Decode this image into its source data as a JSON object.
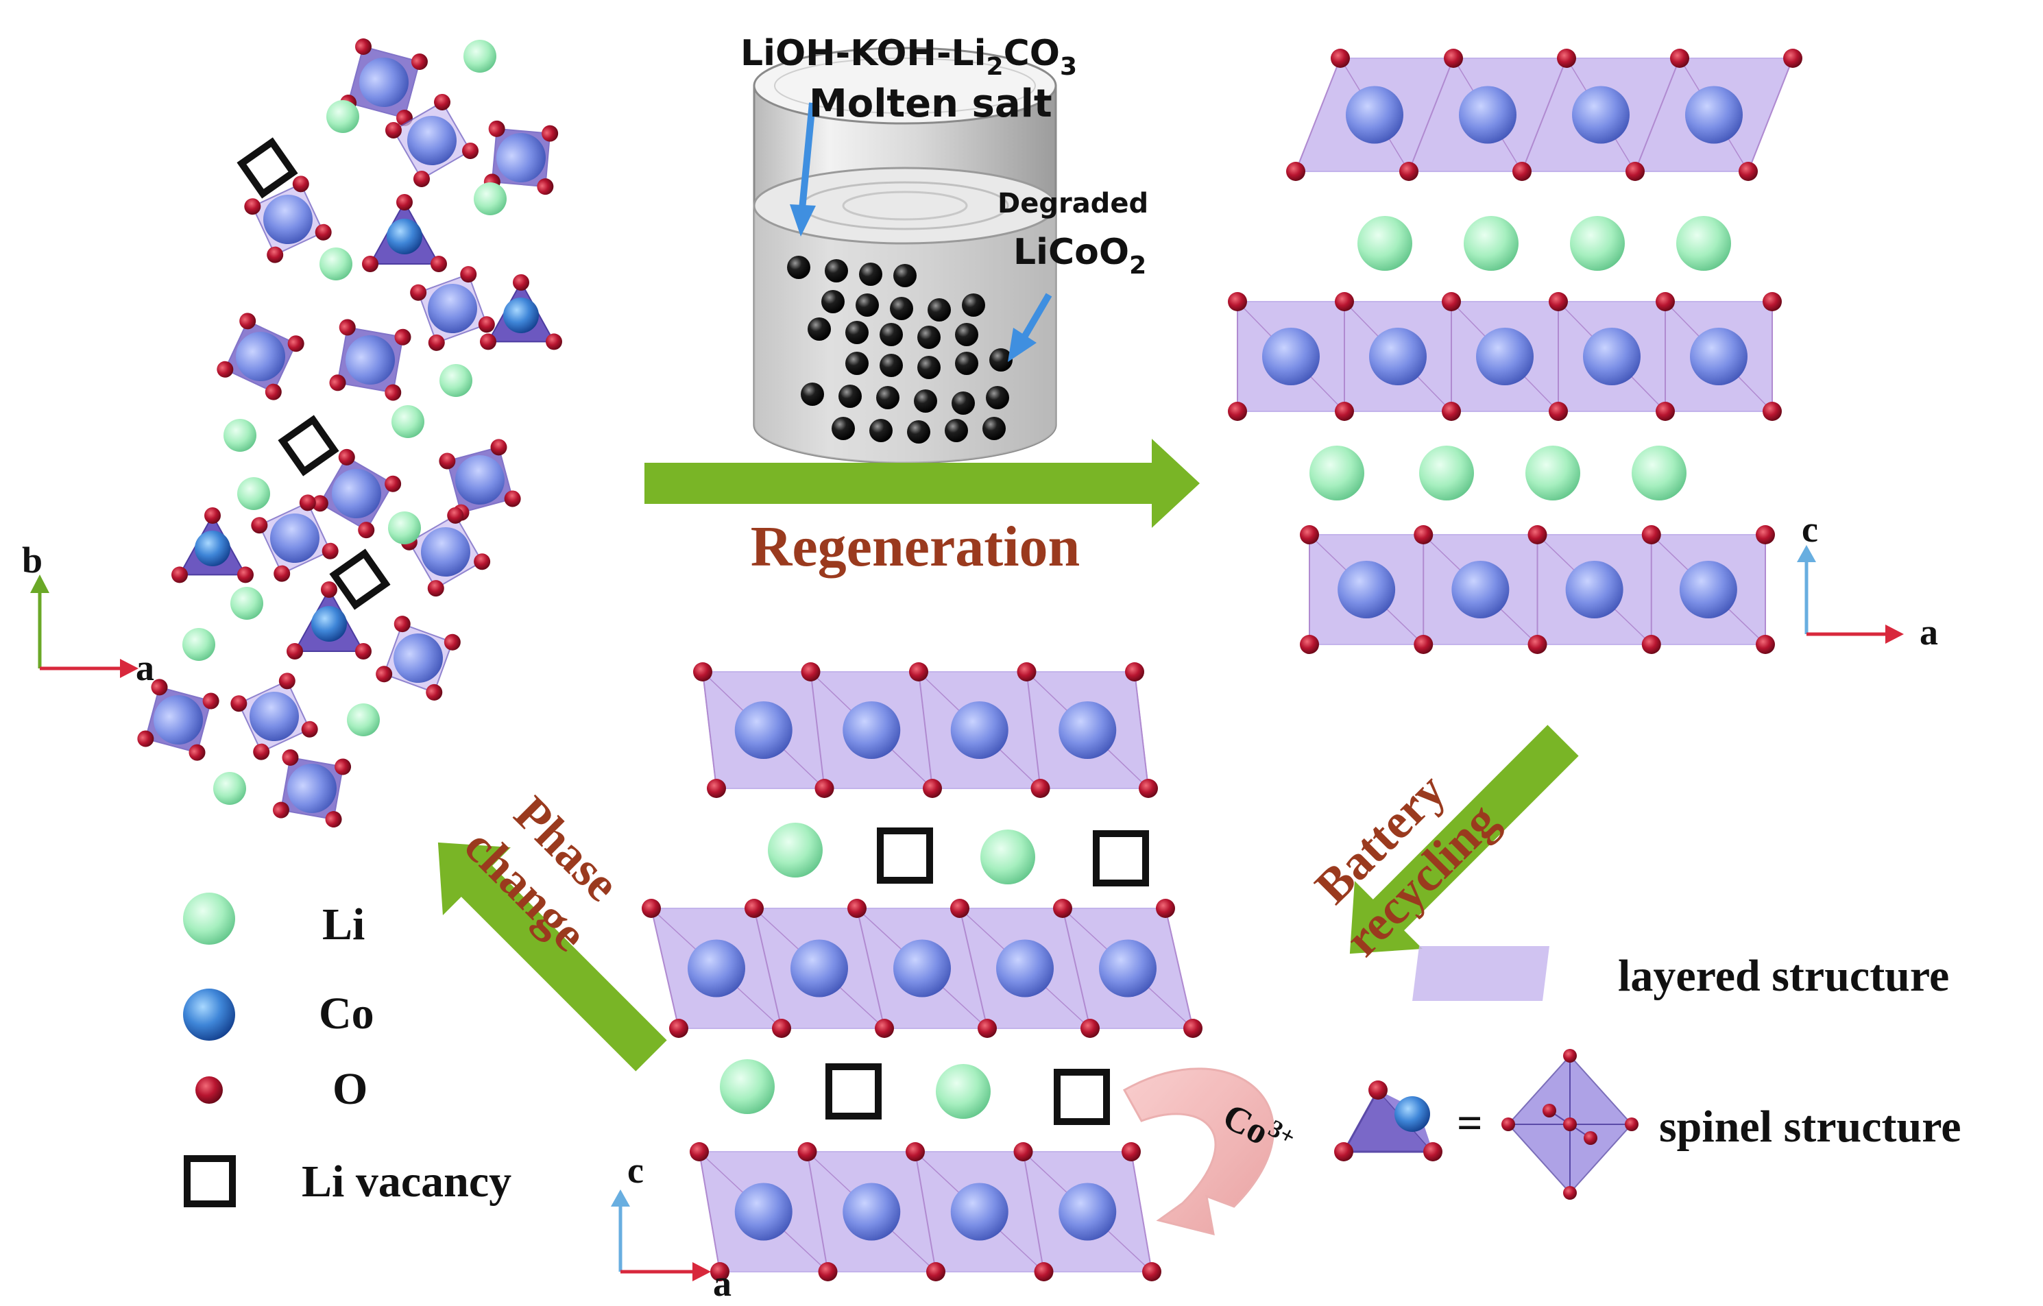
{
  "molten_salt_label": {
    "line1_prefix": "LiOH-KOH-Li",
    "line1_sub1": "2",
    "line1_mid": "CO",
    "line1_sub2": "3",
    "line2": "Molten salt"
  },
  "degraded_label": {
    "line1": "Degraded",
    "line2_prefix": "LiCoO",
    "line2_sub": "2"
  },
  "arrows": {
    "regeneration": "Regeneration",
    "battery_recycling_line1": "Battery",
    "battery_recycling_line2": "recycling",
    "phase_change_line1": "Phase",
    "phase_change_line2": "change"
  },
  "cobalt_migration": {
    "base": "Co",
    "superscript": "3+"
  },
  "legend": {
    "li": "Li",
    "co": "Co",
    "o": "O",
    "vacancy": "Li vacancy",
    "layered": "layered structure",
    "equals": "=",
    "spinel": "spinel structure"
  },
  "axes": {
    "spinel_b": "b",
    "spinel_a": "a",
    "regen_c": "c",
    "regen_a": "a",
    "degraded_c": "c",
    "degraded_a": "a"
  },
  "colors": {
    "li_green": "#a6efbf",
    "co_blue": "#6f85e0",
    "o_red": "#a0102a",
    "layer_fill": "#c8b8ef",
    "spinel_dark": "#7a68c8",
    "arrow_green": "#79b526",
    "text_brown": "#9a3a1e",
    "axis_green": "#6aa827",
    "axis_blue": "#68aee0",
    "axis_red": "#d8283c"
  }
}
